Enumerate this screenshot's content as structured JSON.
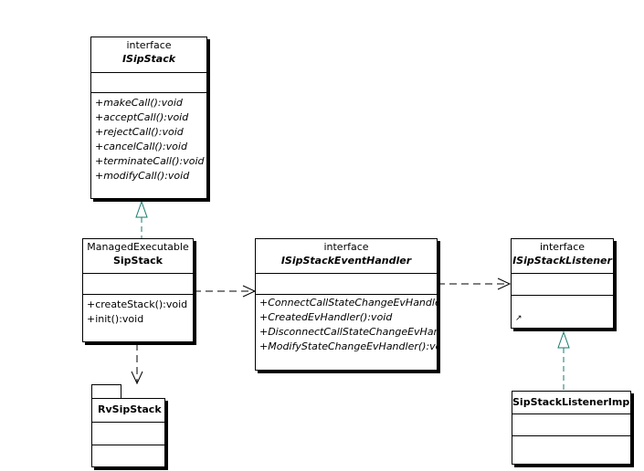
{
  "classes": {
    "isipstack": {
      "stereotype": "interface",
      "name": "ISipStack",
      "operations": [
        "+makeCall():void",
        "+acceptCall():void",
        "+rejectCall():void",
        "+cancelCall():void",
        "+terminateCall():void",
        "+modifyCall():void"
      ]
    },
    "sipstack": {
      "stereotype": "ManagedExecutable",
      "name": "SipStack",
      "operations": [
        "+createStack():void",
        "+init():void"
      ]
    },
    "isipstackeventhandler": {
      "stereotype": "interface",
      "name": "ISipStackEventHandler",
      "operations": [
        "+ConnectCallStateChangeEvHandler():void",
        "+CreatedEvHandler():void",
        "+DisconnectCallStateChangeEvHandler():void",
        "+ModifyStateChangeEvHandler():void"
      ]
    },
    "isipstacklistener": {
      "stereotype": "interface",
      "name": "ISipStackListener",
      "marker": "↗"
    },
    "sipstacklistenerimpl": {
      "name": "SipStackListenerImpl"
    },
    "rvsipstack": {
      "name": "RvSipStack"
    }
  },
  "relations": [
    {
      "from": "SipStack",
      "to": "ISipStack",
      "kind": "realization"
    },
    {
      "from": "SipStack",
      "to": "ISipStackEventHandler",
      "kind": "dependency"
    },
    {
      "from": "ISipStackEventHandler",
      "to": "ISipStackListener",
      "kind": "dependency"
    },
    {
      "from": "SipStackListenerImpl",
      "to": "ISipStackListener",
      "kind": "realization"
    },
    {
      "from": "SipStack",
      "to": "RvSipStack",
      "kind": "dependency"
    }
  ]
}
